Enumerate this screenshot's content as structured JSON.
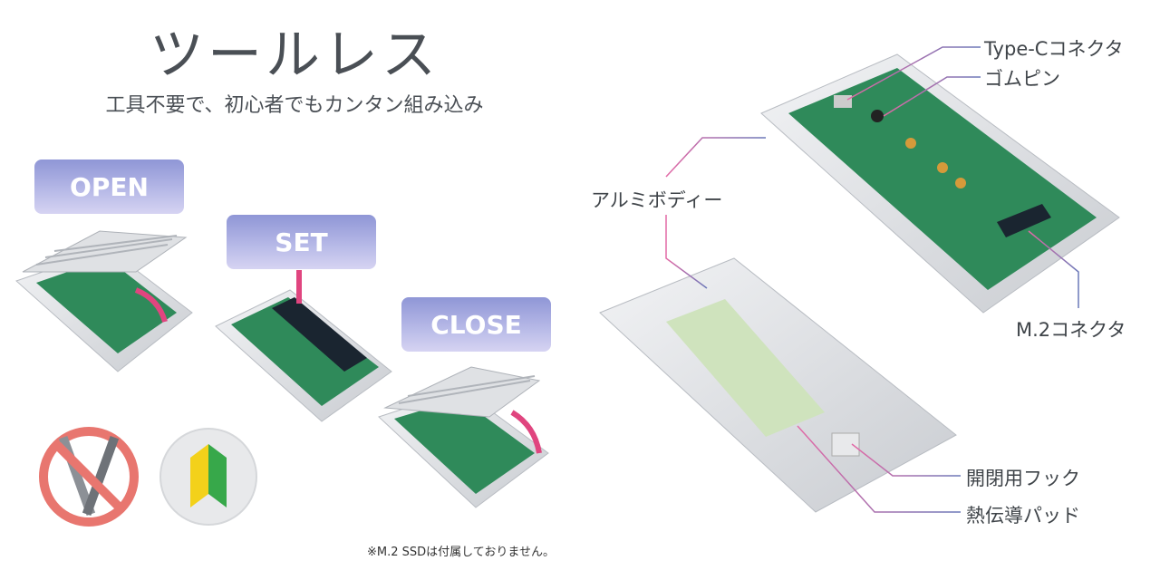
{
  "header": {
    "title": "ツールレス",
    "subtitle": "工具不要で、初心者でもカンタン組み込み"
  },
  "steps": [
    {
      "label": "OPEN"
    },
    {
      "label": "SET"
    },
    {
      "label": "CLOSE"
    }
  ],
  "callouts": {
    "type_c": "Type-Cコネクタ",
    "rubber_pin": "ゴムピン",
    "aluminum_body": "アルミボディー",
    "m2_connector": "M.2コネクタ",
    "hook": "開閉用フック",
    "thermal_pad": "熱伝導パッド"
  },
  "note": "※M.2 SSDは付属しておりません。",
  "icons": [
    "no-tools-icon",
    "beginner-mark-icon"
  ],
  "colors": {
    "badge": "#9aa0d8",
    "pcb": "#2f8a5a",
    "arrow": "#e0457f",
    "callout_line": "#b07ab8",
    "text": "#4a4f55"
  }
}
